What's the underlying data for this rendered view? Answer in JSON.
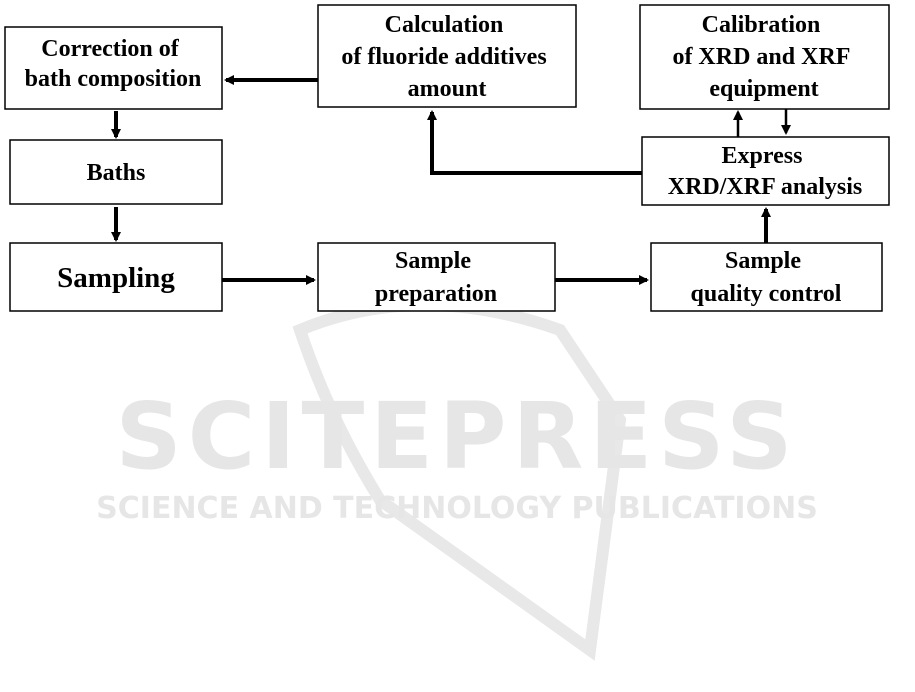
{
  "watermark": {
    "title": "SCITEPRESS",
    "subtitle": "SCIENCE AND TECHNOLOGY PUBLICATIONS",
    "color": "#e6e6e6"
  },
  "boxes": {
    "correction": {
      "lines": [
        "Correction of",
        "bath composition"
      ]
    },
    "calculation": {
      "lines": [
        "Calculation",
        "of fluoride additives",
        "amount"
      ]
    },
    "calibration": {
      "lines": [
        "Calibration",
        "of XRD and XRF",
        "equipment"
      ]
    },
    "baths": {
      "lines": [
        "Baths"
      ]
    },
    "express": {
      "lines": [
        "Express",
        "XRD/XRF analysis"
      ]
    },
    "sampling": {
      "lines": [
        "Sampling"
      ]
    },
    "preparation": {
      "lines": [
        "Sample",
        "preparation"
      ]
    },
    "quality": {
      "lines": [
        "Sample",
        "quality control"
      ]
    }
  },
  "colors": {
    "line": "#000000",
    "background": "#ffffff"
  }
}
